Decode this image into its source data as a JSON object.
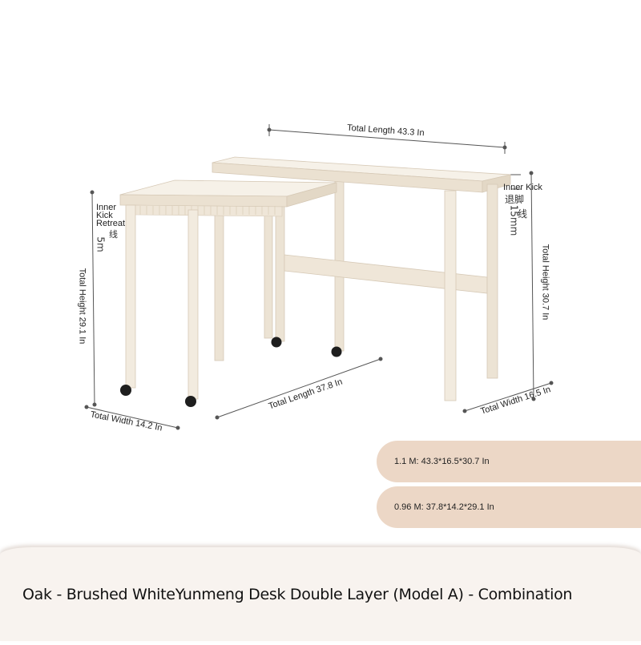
{
  "dimensions": {
    "total_length_top": "Total Length 43.3 In",
    "total_length_bottom": "Total Length 37.8 In",
    "total_height_left": "Total Height 29.1 In",
    "total_height_right": "Total Height 30.7 In",
    "total_width_left": "Total Width 14.2 In",
    "total_width_right": "Total Width 16.5 In",
    "kick_left_label": "Inner Kick Retreat",
    "kick_left_value": "5m",
    "kick_left_glyph": "线",
    "kick_right_label": "Inner Kick",
    "kick_right_glyph": "退脚",
    "kick_right_value": "15mm",
    "kick_right_glyph2": "线"
  },
  "specs": [
    {
      "label": "1.1 M: 43.3*16.5*30.7 In"
    },
    {
      "label": "0.96 M: 37.8*14.2*29.1 In"
    }
  ],
  "product": {
    "title": "Oak - Brushed WhiteYunmeng Desk Double Layer (Model A) - Combination"
  },
  "colors": {
    "wood": "#f1e9dc",
    "wood_shadow": "#ddd1bf",
    "pill": "#ecd7c6",
    "footer": "#f8f3ef"
  }
}
